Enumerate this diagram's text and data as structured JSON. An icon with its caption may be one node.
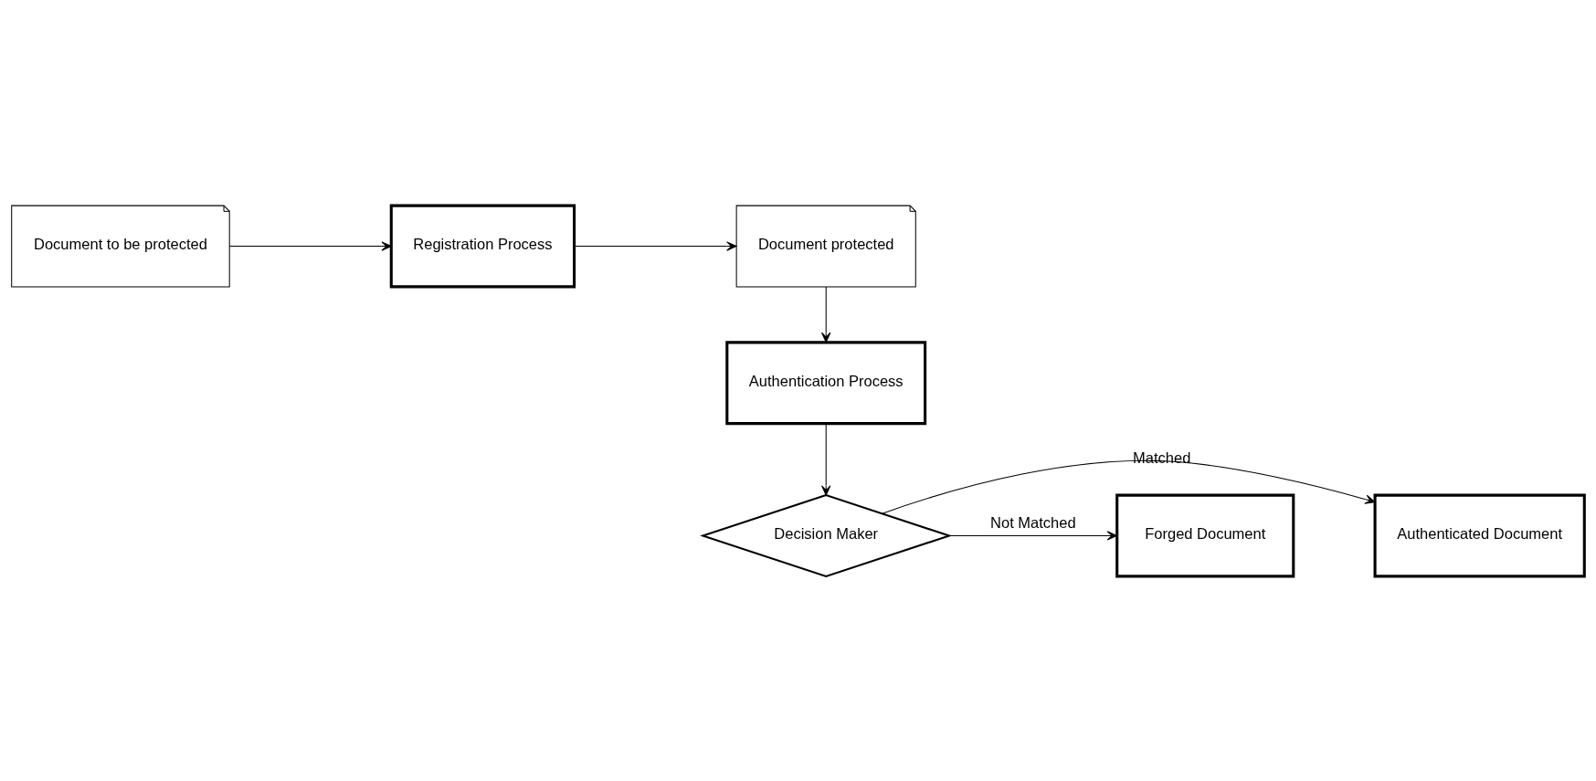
{
  "diagram": {
    "nodes": [
      {
        "text": [
          "Document to be protected"
        ]
      },
      {
        "text": [
          "Registration Process"
        ]
      },
      {
        "text": [
          "Document protected"
        ]
      },
      {
        "text": [
          "Authentication Process"
        ]
      },
      {
        "text": [
          "Decision Maker"
        ]
      },
      {
        "text": [
          "Authenticated Document"
        ]
      },
      {
        "text": [
          "Forged Document"
        ]
      }
    ],
    "edges": [
      {
        "from": 0,
        "to": 1,
        "arrow": "to"
      },
      {
        "from": 1,
        "to": 2,
        "arrow": "to"
      },
      {
        "from": 2,
        "to": 3,
        "arrow": "to"
      },
      {
        "from": 3,
        "to": 4,
        "arrow": "to"
      },
      {
        "from": 4,
        "to": 5,
        "arrow": "to",
        "label": "Matched"
      },
      {
        "from": 4,
        "to": 6,
        "arrow": "to",
        "label": "Not Matched"
      }
    ]
  }
}
